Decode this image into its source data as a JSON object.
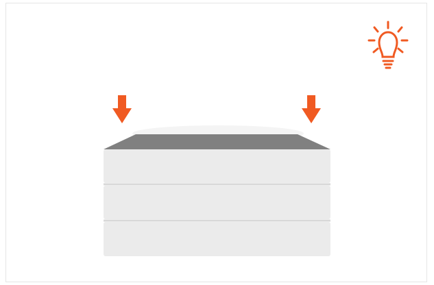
{
  "diagram": {
    "layers": [
      "layer-1",
      "layer-2",
      "layer-3"
    ],
    "cap": "top-cap",
    "arrows": [
      "arrow-down-left",
      "arrow-down-right"
    ],
    "icon": "lightbulb-icon"
  },
  "colors": {
    "accent": "#f05a22",
    "layer_fill": "#ebebeb",
    "layer_edge": "#d8d8d8",
    "cap_fill": "#808080",
    "frame_border": "#e6e6e6"
  }
}
